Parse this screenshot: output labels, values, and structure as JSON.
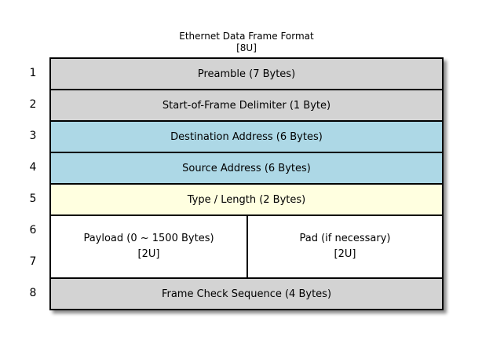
{
  "title": "Ethernet Data Frame Format",
  "subtitle": "[8U]",
  "row_numbers": [
    "1",
    "2",
    "3",
    "4",
    "5",
    "6",
    "7",
    "8"
  ],
  "fields": {
    "preamble": {
      "label": "Preamble (7 Bytes)",
      "fill": "#d3d3d3"
    },
    "start_of_frame_delimiter": {
      "label": "Start-of-Frame Delimiter (1 Byte)",
      "fill": "#d3d3d3"
    },
    "destination_address": {
      "label": "Destination Address (6 Bytes)",
      "fill": "#add8e6"
    },
    "source_address": {
      "label": "Source Address (6 Bytes)",
      "fill": "#add8e6"
    },
    "type_length": {
      "label": "Type / Length (2 Bytes)",
      "fill": "#ffffe0"
    },
    "payload": {
      "label": "Payload (0 ~ 1500 Bytes)",
      "sublabel": "[2U]",
      "fill": "#ffffff"
    },
    "pad": {
      "label": "Pad (if necessary)",
      "sublabel": "[2U]",
      "fill": "#ffffff"
    },
    "frame_check_sequence": {
      "label": "Frame Check Sequence (4 Bytes)",
      "fill": "#d3d3d3"
    }
  },
  "colors": {
    "border": "#000000",
    "gray_fill": "#d3d3d3",
    "blue_fill": "#add8e6",
    "yellow_fill": "#ffffe0",
    "white_fill": "#ffffff",
    "text": "#000000",
    "page_background": "#ffffff"
  }
}
